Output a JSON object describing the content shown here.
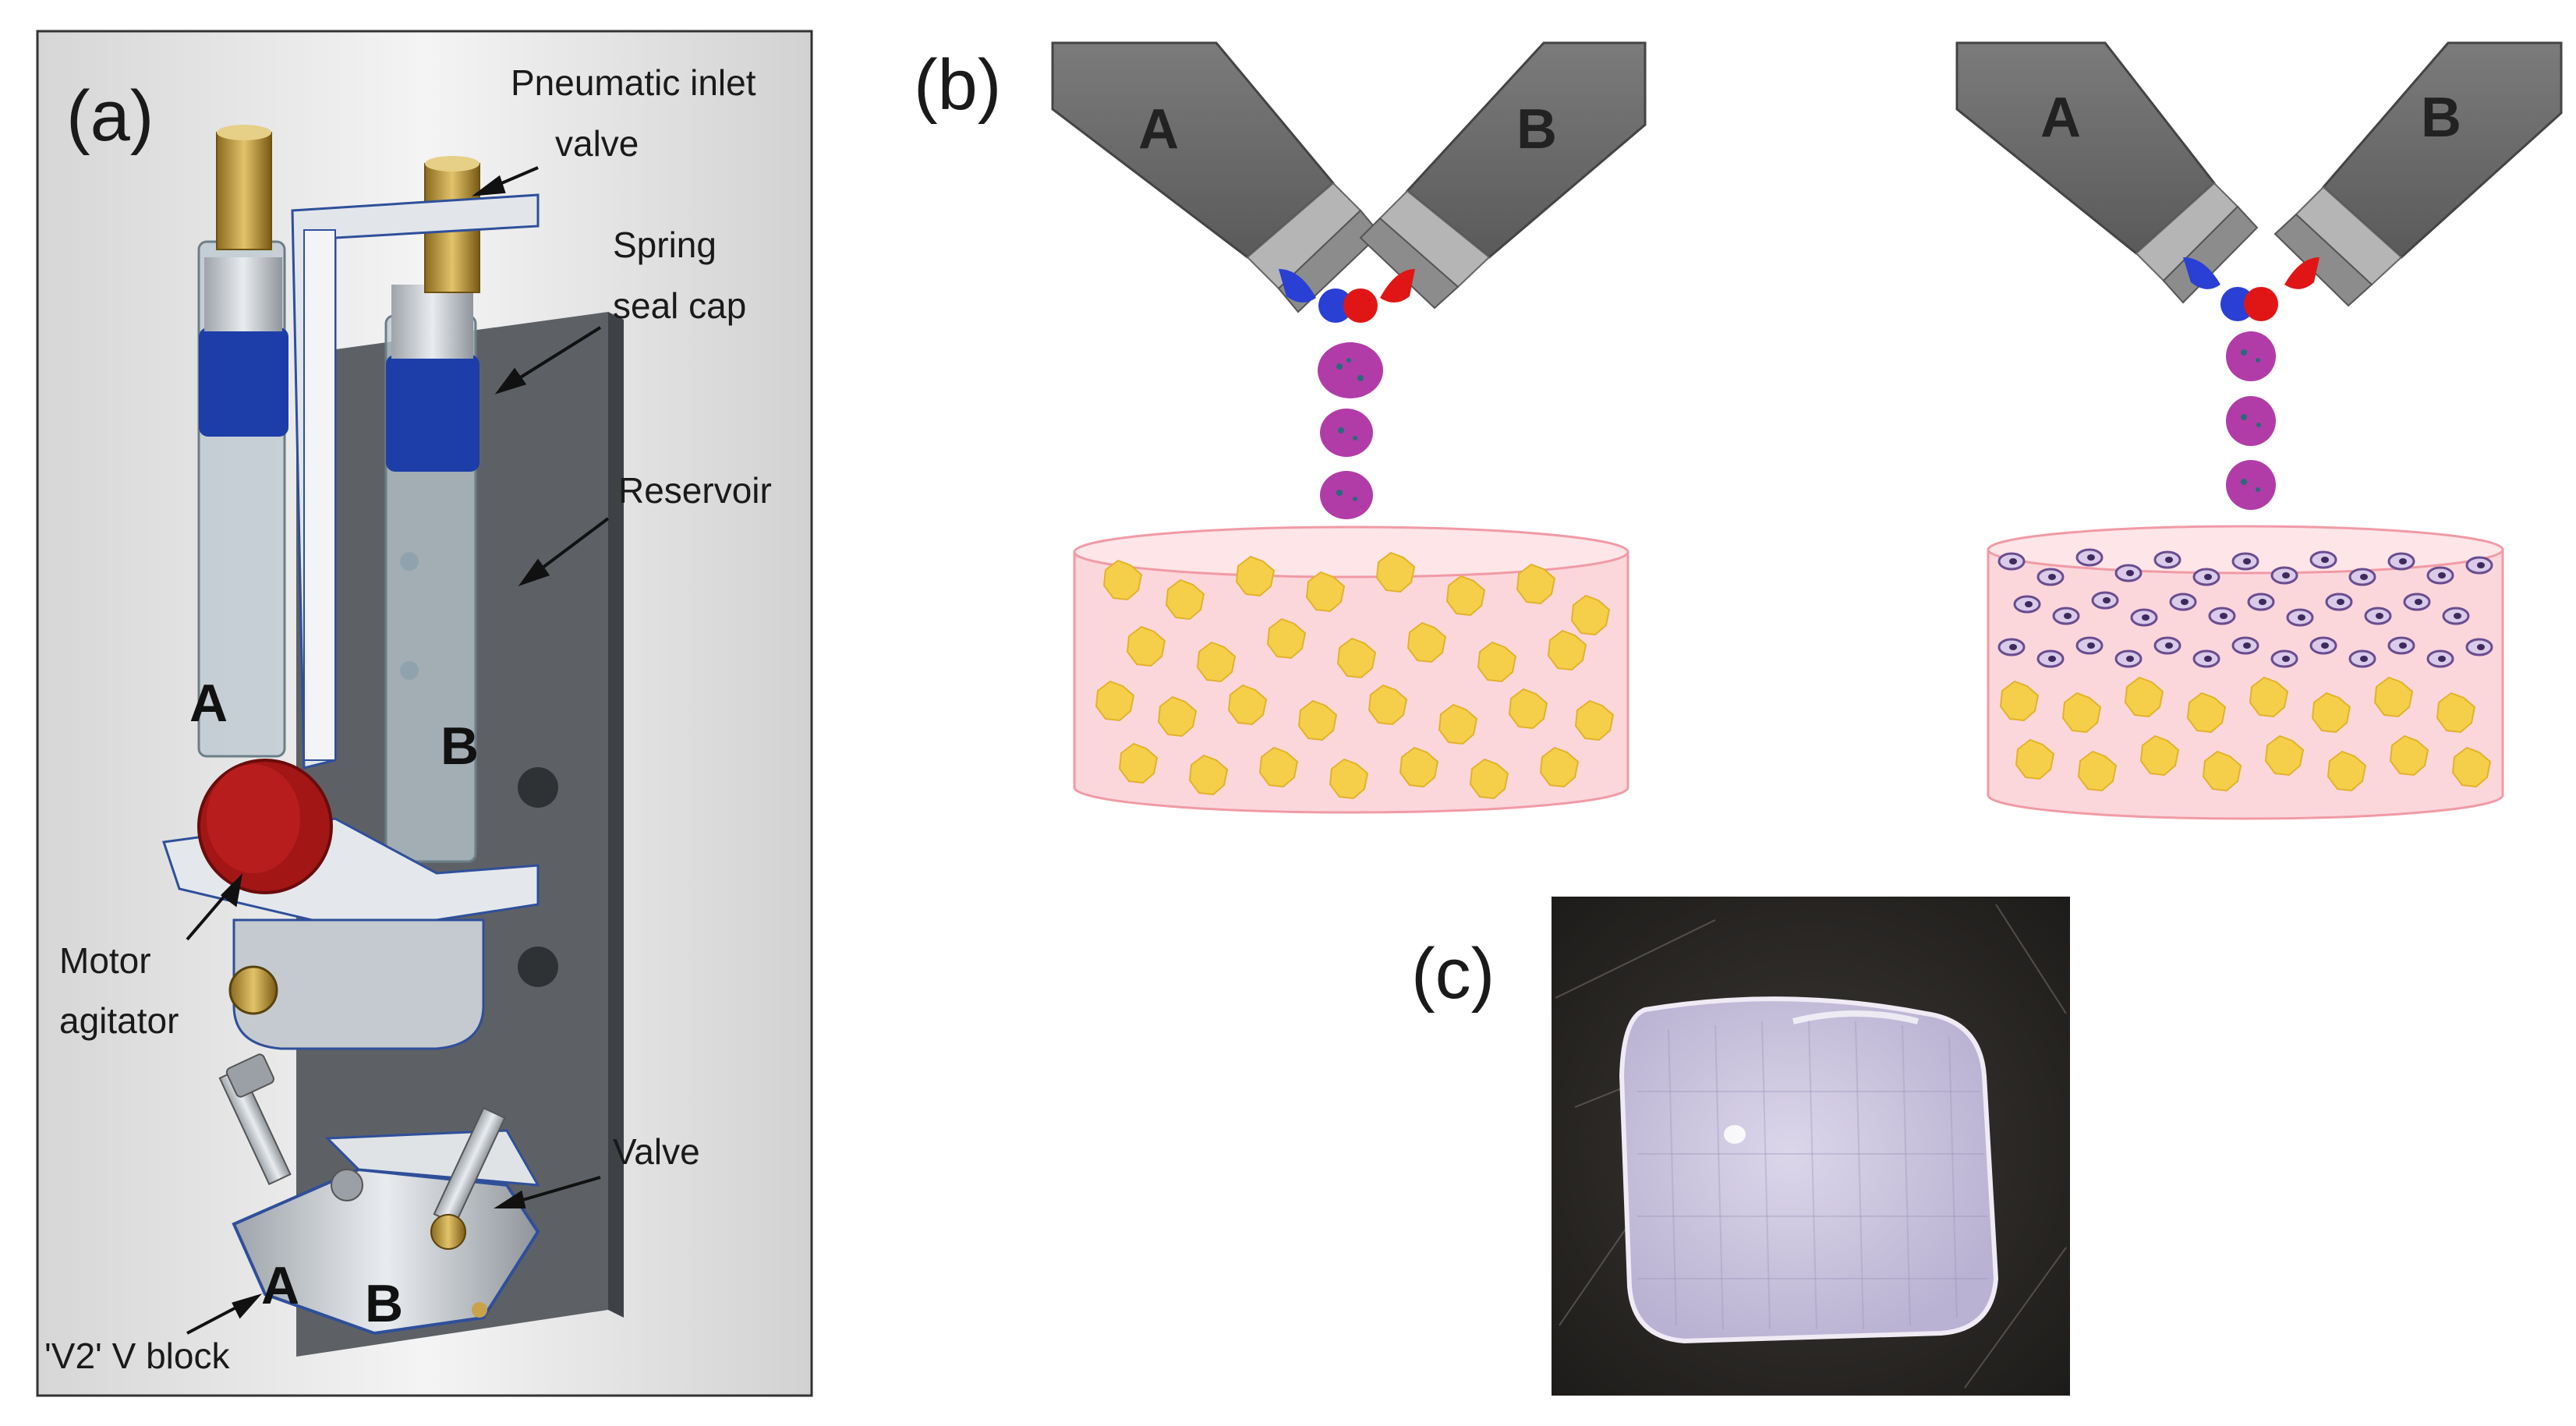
{
  "panels": {
    "a": "(a)",
    "b": "(b)",
    "c": "(c)"
  },
  "panel_a": {
    "labels": {
      "inlet_valve_line1": "Pneumatic inlet",
      "inlet_valve_line2": "valve",
      "spring_line1": "Spring",
      "spring_line2": "seal cap",
      "reservoir": "Reservoir",
      "motor_line1": "Motor",
      "motor_line2": "agitator",
      "valve": "Valve",
      "vblock": "'V2' V block",
      "syringe_a": "A",
      "syringe_b": "B",
      "block_a": "A",
      "block_b": "B"
    }
  },
  "panel_b": {
    "nozzle_a": "A",
    "nozzle_b": "B",
    "colors": {
      "ink_a": "#2a3fd4",
      "ink_b": "#e01616",
      "droplet": "#b13ca8",
      "gel": "#f9c9cf",
      "particles": "#f6cf4a",
      "cells": "#d5c6e6"
    }
  }
}
